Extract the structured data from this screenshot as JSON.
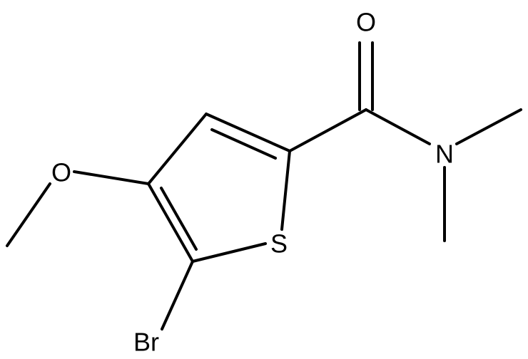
{
  "molecule": {
    "atoms": {
      "oxygen_carbonyl": "O",
      "nitrogen_amide": "N",
      "sulfur_ring": "S",
      "oxygen_methoxy": "O",
      "bromine": "Br"
    }
  }
}
